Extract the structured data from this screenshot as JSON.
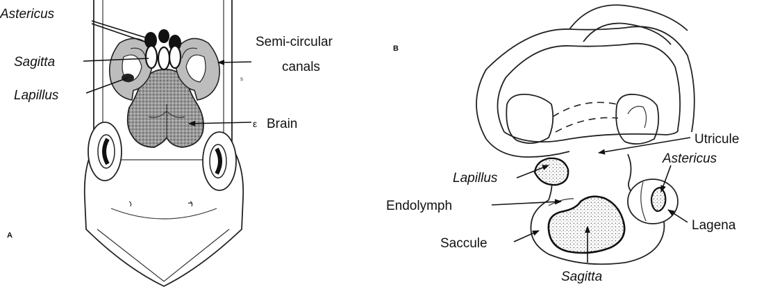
{
  "panel_a": {
    "letter": "A",
    "labels": {
      "astericus": "Astericus",
      "sagitta": "Sagitta",
      "lapillus": "Lapillus",
      "canals_line1": "Semi-circular",
      "canals_line2": "canals",
      "brain": "Brain",
      "mark_s": "s",
      "mark_e": "ε"
    }
  },
  "panel_b": {
    "letter": "B",
    "labels": {
      "utricule": "Utricule",
      "astericus": "Astericus",
      "lapillus": "Lapillus",
      "endolymph": "Endolymph",
      "lagena": "Lagena",
      "saccule": "Saccule",
      "sagitta": "Sagitta"
    }
  },
  "colors": {
    "ink": "#111111",
    "stipple": "#8a8a8a",
    "canal_fill": "#bdbdbd",
    "paper": "#ffffff"
  }
}
